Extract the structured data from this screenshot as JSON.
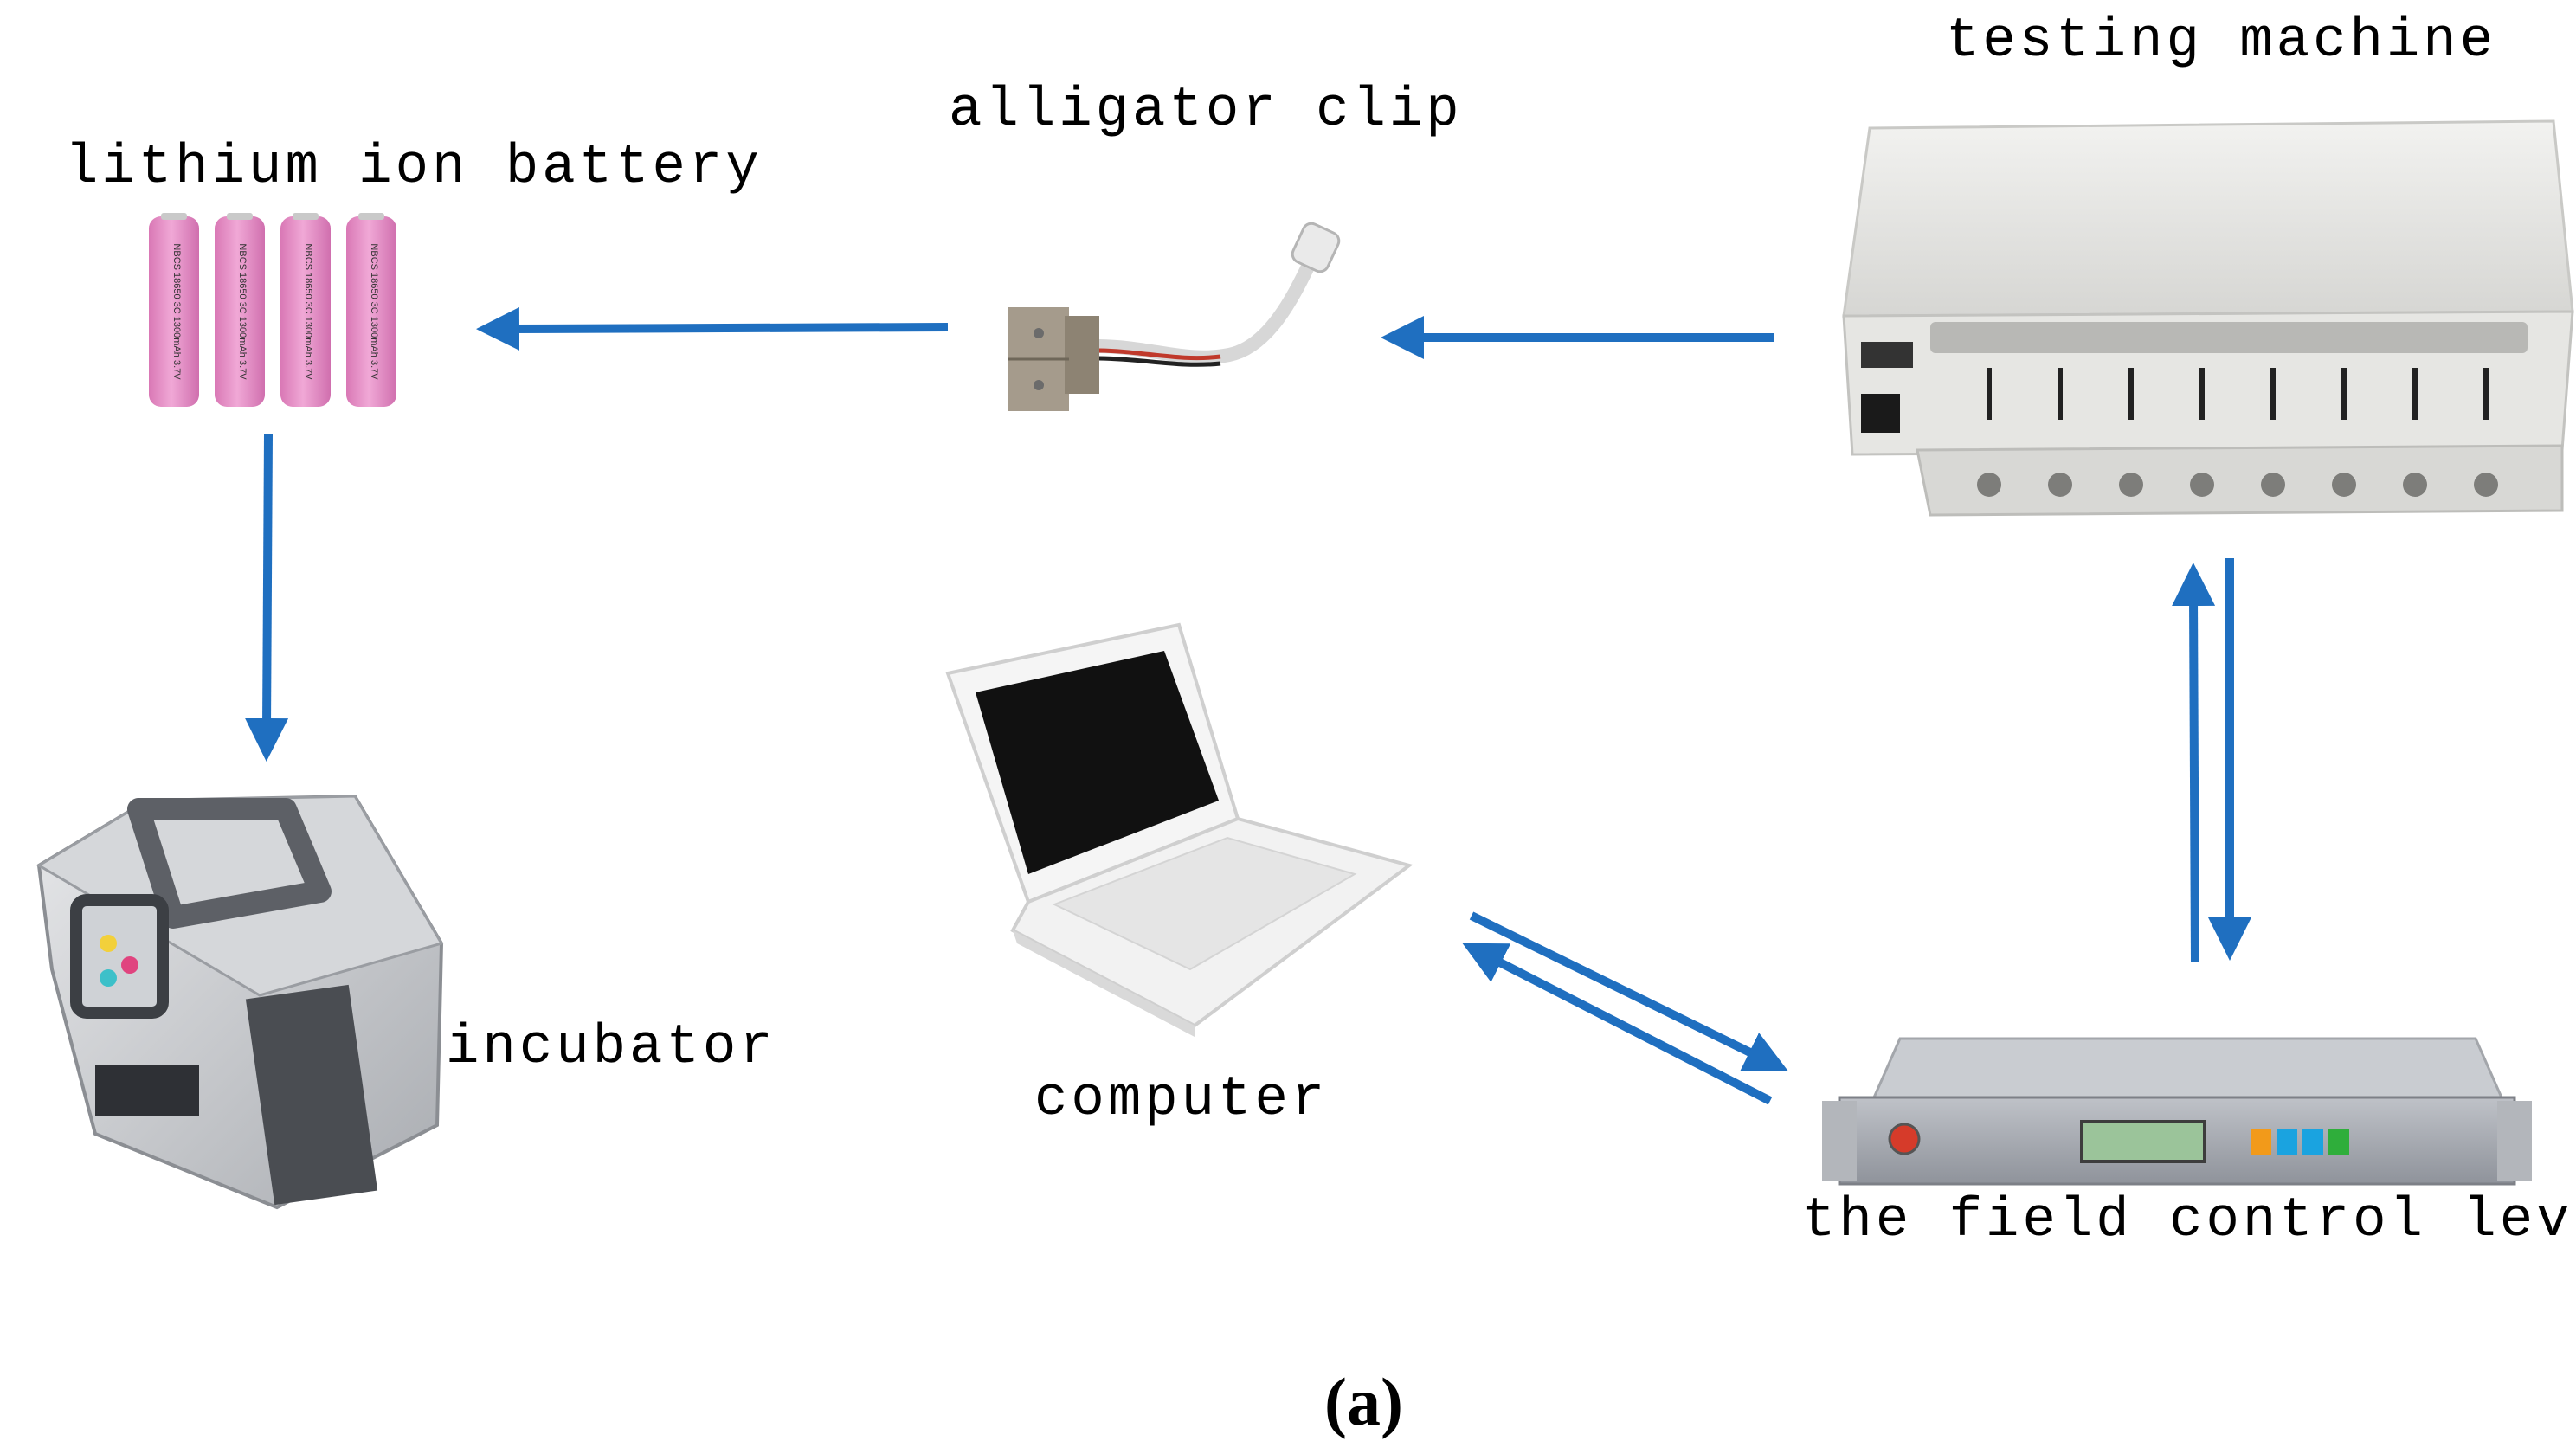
{
  "labels": {
    "battery": "lithium ion battery",
    "clip": "alligator clip",
    "machine": "testing machine",
    "incubator": "incubator",
    "computer": "computer",
    "control": "the field control level"
  },
  "battery_print": "NBCS 18650 3C 1300mAh 3.7V",
  "caption": "(a)",
  "colors": {
    "arrow": "#1f6fc0",
    "battery": "#e48dc5"
  }
}
